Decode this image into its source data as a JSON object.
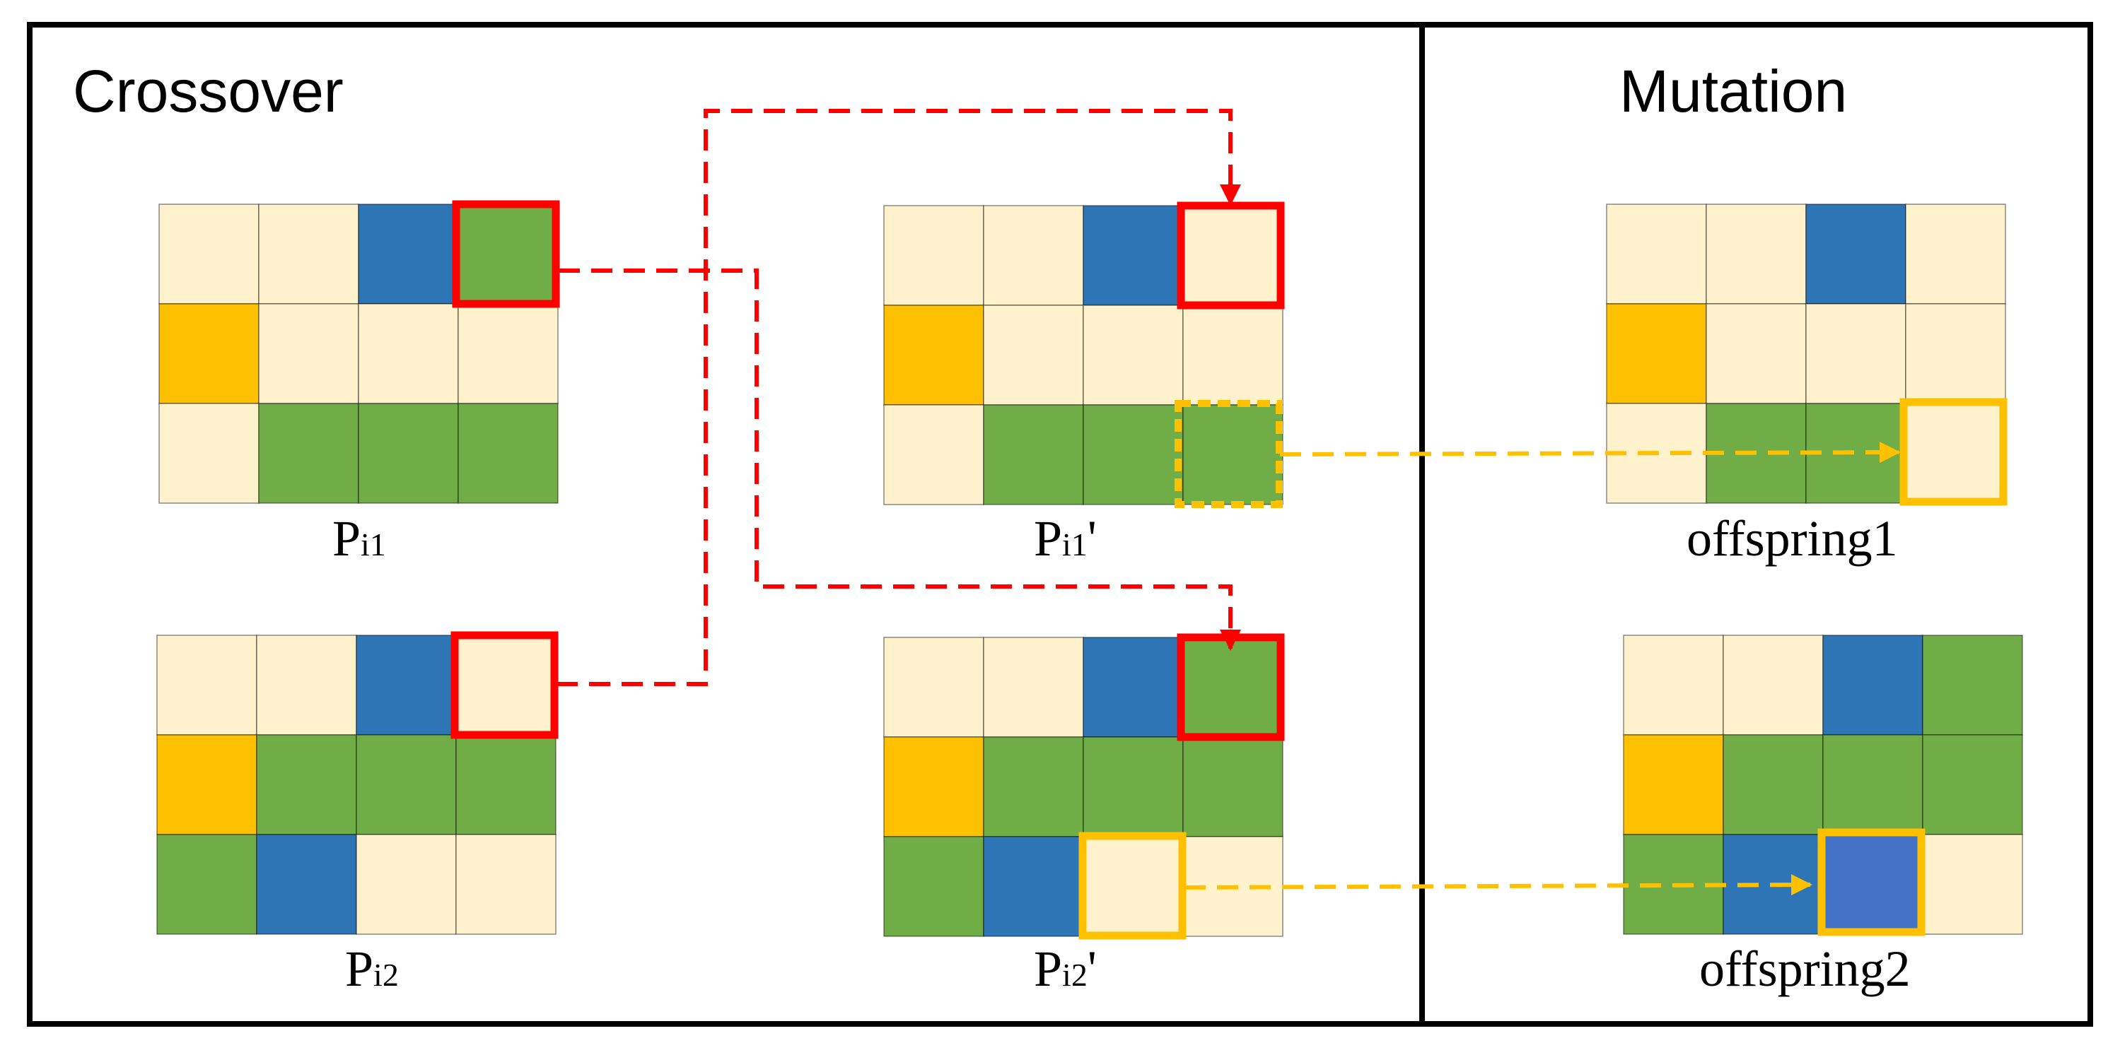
{
  "sections": {
    "crossover": "Crossover",
    "mutation": "Mutation"
  },
  "colors": {
    "cream": "#FFF2CC",
    "blue": "#2E75B6",
    "green": "#70AD47",
    "orange": "#FFC000",
    "mutated_blue": "#4472C4",
    "crossover_highlight": "#FF0000",
    "mutation_highlight": "#FFC000",
    "border": "#000000"
  },
  "grids": [
    {
      "id": "pi1",
      "label_main": "P",
      "label_sub": "i1",
      "label_suffix": "",
      "cells": [
        [
          "cream",
          "cream",
          "blue",
          "green"
        ],
        [
          "orange",
          "cream",
          "cream",
          "cream"
        ],
        [
          "cream",
          "green",
          "green",
          "green"
        ]
      ]
    },
    {
      "id": "pi2",
      "label_main": "P",
      "label_sub": "i2",
      "label_suffix": "",
      "cells": [
        [
          "cream",
          "cream",
          "blue",
          "cream"
        ],
        [
          "orange",
          "green",
          "green",
          "green"
        ],
        [
          "green",
          "blue",
          "cream",
          "cream"
        ]
      ]
    },
    {
      "id": "pi1p",
      "label_main": "P",
      "label_sub": "i1",
      "label_suffix": "'",
      "cells": [
        [
          "cream",
          "cream",
          "blue",
          "cream"
        ],
        [
          "orange",
          "cream",
          "cream",
          "cream"
        ],
        [
          "cream",
          "green",
          "green",
          "green"
        ]
      ]
    },
    {
      "id": "pi2p",
      "label_main": "P",
      "label_sub": "i2",
      "label_suffix": "'",
      "cells": [
        [
          "cream",
          "cream",
          "blue",
          "green"
        ],
        [
          "orange",
          "green",
          "green",
          "green"
        ],
        [
          "green",
          "blue",
          "cream",
          "cream"
        ]
      ]
    },
    {
      "id": "off1",
      "label_main": "offspring1",
      "label_sub": "",
      "label_suffix": "",
      "cells": [
        [
          "cream",
          "cream",
          "blue",
          "cream"
        ],
        [
          "orange",
          "cream",
          "cream",
          "cream"
        ],
        [
          "cream",
          "green",
          "green",
          "cream"
        ]
      ]
    },
    {
      "id": "off2",
      "label_main": "offspring2",
      "label_sub": "",
      "label_suffix": "",
      "cells": [
        [
          "cream",
          "cream",
          "blue",
          "green"
        ],
        [
          "orange",
          "green",
          "green",
          "green"
        ],
        [
          "green",
          "blue",
          "mutated_blue",
          "cream"
        ]
      ]
    }
  ]
}
